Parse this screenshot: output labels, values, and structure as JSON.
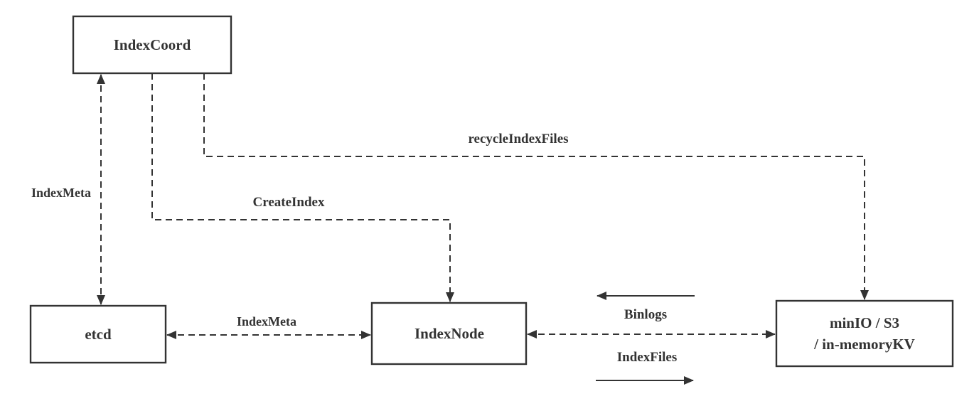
{
  "diagram": {
    "nodes": {
      "index_coord": {
        "label": "IndexCoord"
      },
      "etcd": {
        "label": "etcd"
      },
      "index_node": {
        "label": "IndexNode"
      },
      "storage": {
        "label_line1": "minIO / S3",
        "label_line2": "/ in-memoryKV"
      }
    },
    "edges": {
      "indexmeta_coord_etcd": {
        "label": "IndexMeta",
        "style": "dashed",
        "arrows": "both",
        "from": "IndexCoord",
        "to": "etcd"
      },
      "create_index": {
        "label": "CreateIndex",
        "style": "dashed",
        "arrows": "end",
        "from": "IndexCoord",
        "to": "IndexNode"
      },
      "recycle_index_files": {
        "label": "recycleIndexFiles",
        "style": "dashed",
        "arrows": "end",
        "from": "IndexCoord",
        "to": "minIO / S3 / in-memoryKV"
      },
      "indexmeta_etcd_indexnode": {
        "label": "IndexMeta",
        "style": "dashed",
        "arrows": "both",
        "from": "etcd",
        "to": "IndexNode"
      },
      "indexnode_storage": {
        "label": "",
        "style": "dashed",
        "arrows": "both",
        "from": "IndexNode",
        "to": "minIO / S3 / in-memoryKV"
      },
      "binlogs": {
        "label": "Binlogs",
        "style": "solid",
        "arrows": "end",
        "direction": "left"
      },
      "index_files": {
        "label": "IndexFiles",
        "style": "solid",
        "arrows": "end",
        "direction": "right"
      }
    },
    "colors": {
      "stroke": "#333333",
      "text": "#333333",
      "bg": "#ffffff"
    }
  }
}
